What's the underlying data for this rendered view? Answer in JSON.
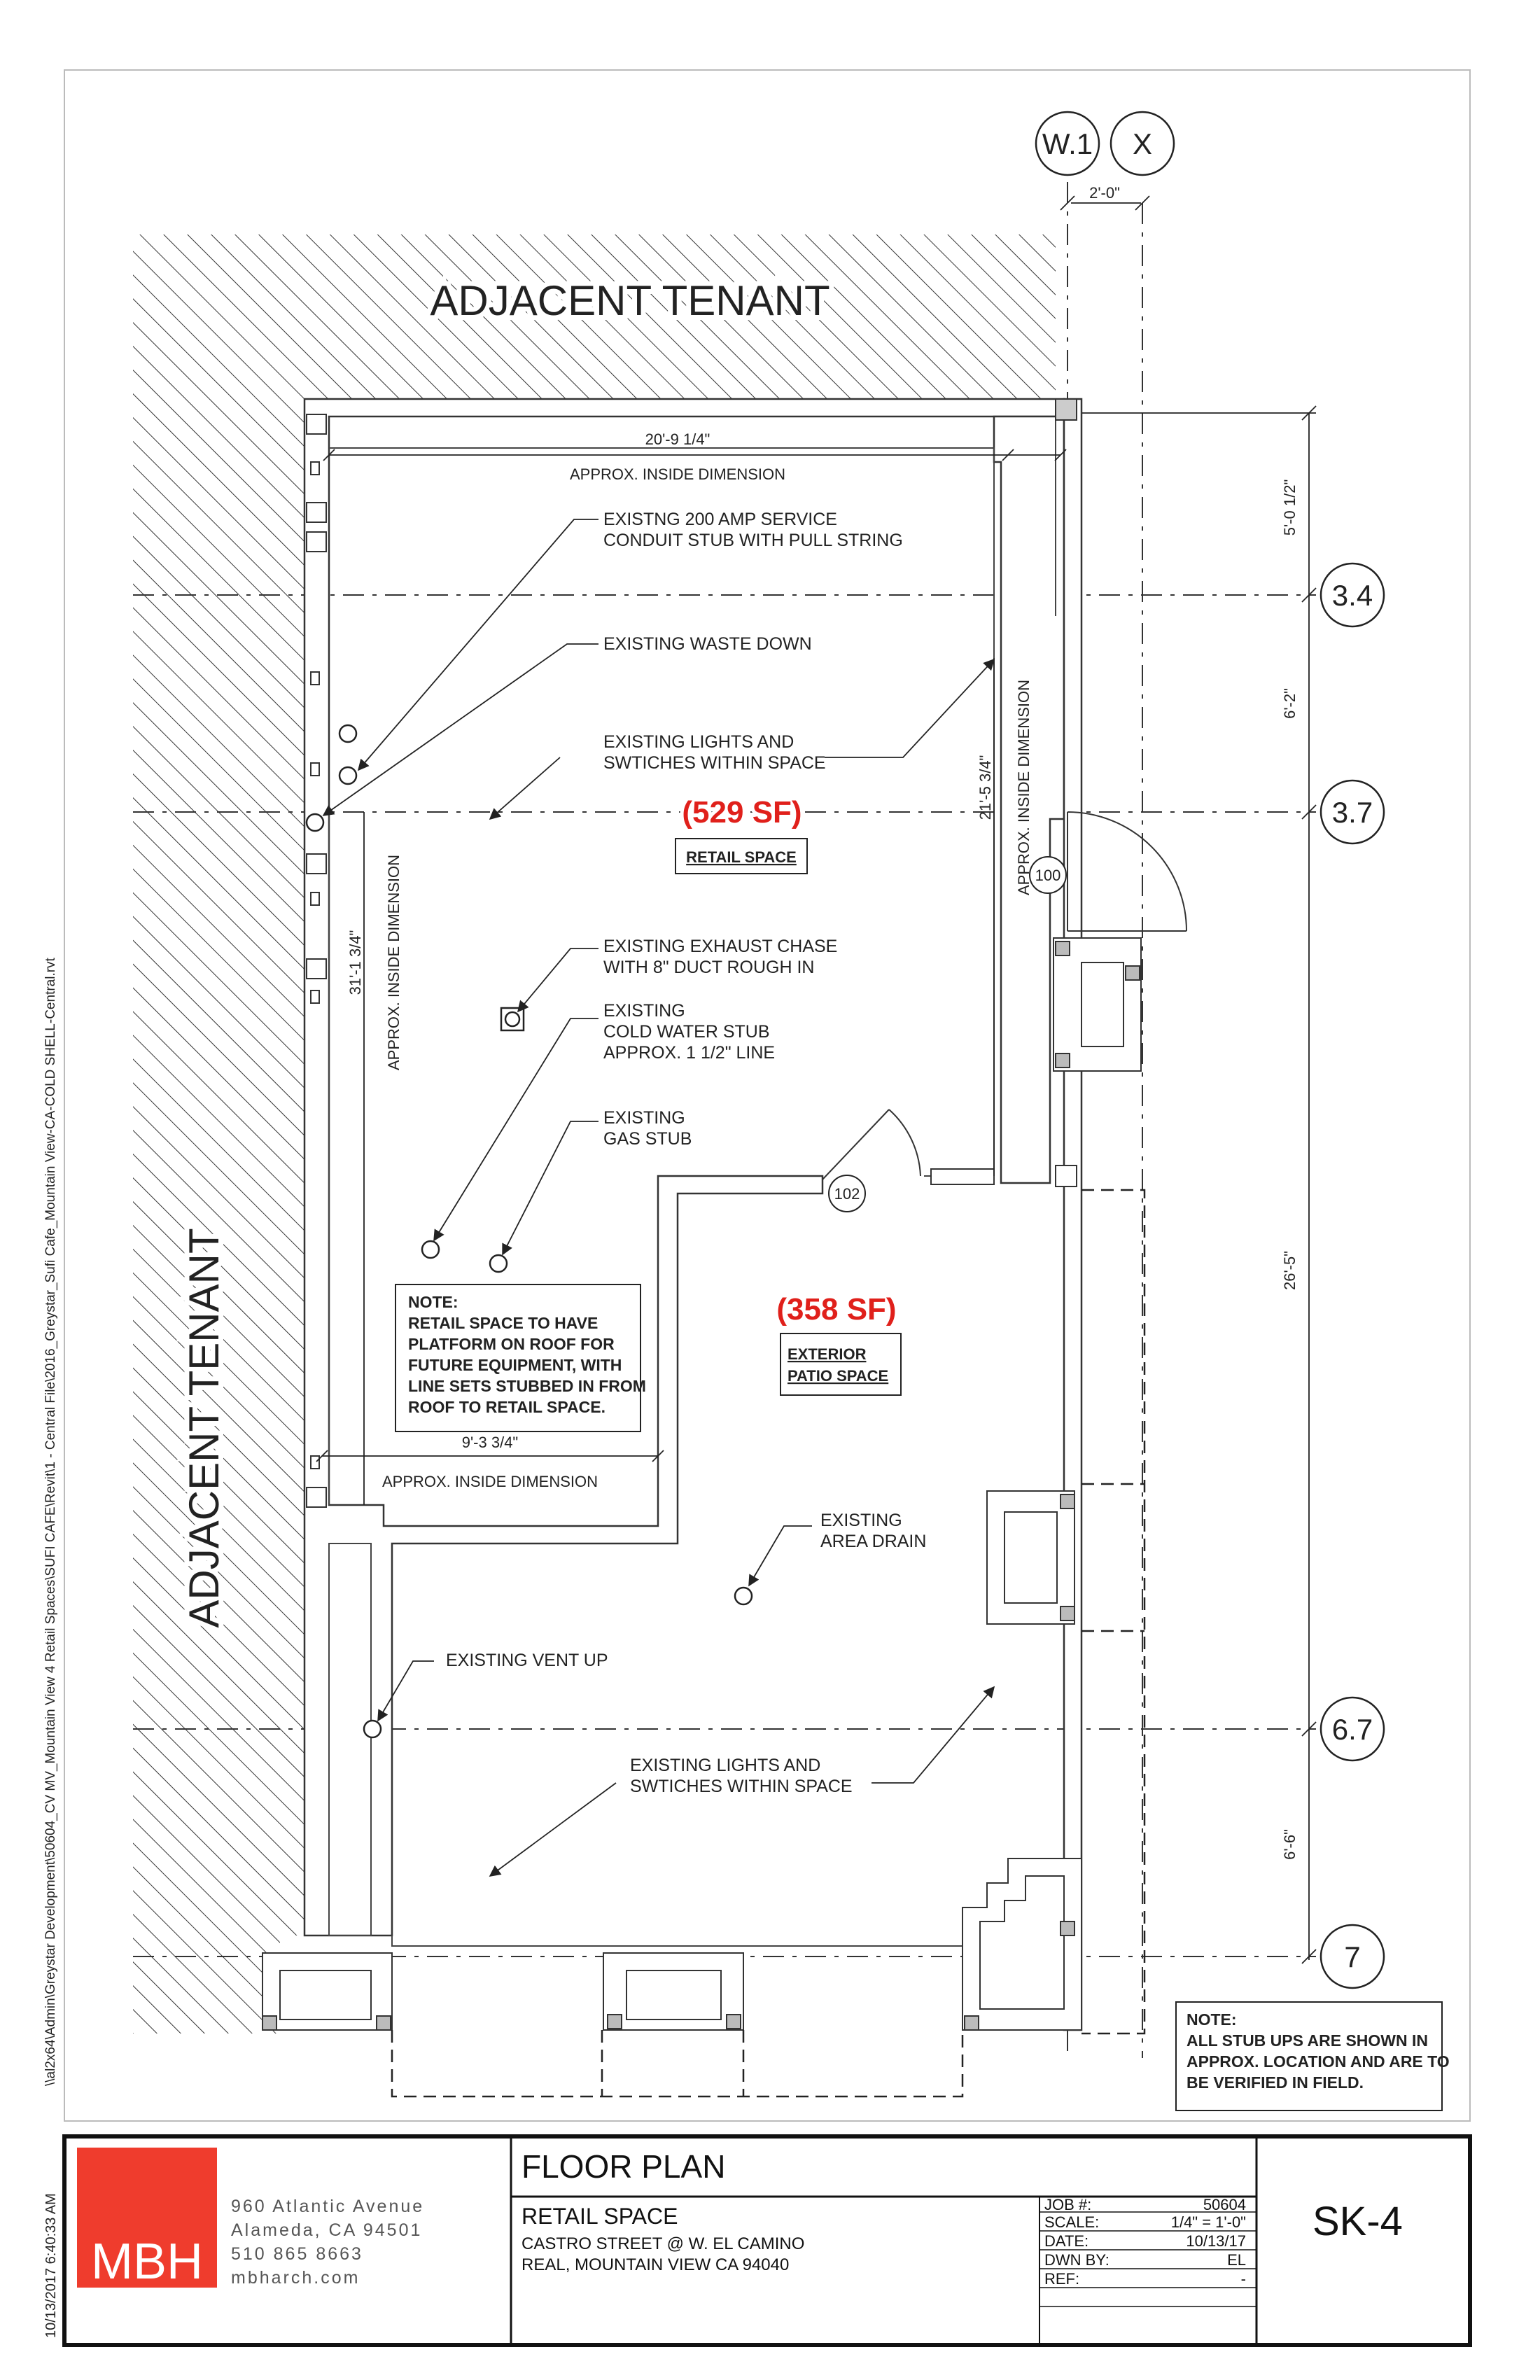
{
  "grid": {
    "w1": "W.1",
    "x": "X",
    "r34": "3.4",
    "r37": "3.7",
    "r67": "6.7",
    "r7": "7"
  },
  "dims": {
    "top_grid": "2'-0\"",
    "retail_width": "20'-9 1/4\"",
    "approx_inside": "APPROX. INSIDE DIMENSION",
    "r1": "5'-0 1/2\"",
    "r2": "6'-2\"",
    "r3": "26'-5\"",
    "r4": "6'-6\"",
    "left_depth": "31'-1 3/4\"",
    "right_depth": "21'-5 3/4\"",
    "bottom_width": "9'-3 3/4\""
  },
  "rooms": {
    "retail_area": "(529 SF)",
    "retail_name": "RETAIL SPACE",
    "patio_area": "(358 SF)",
    "patio_name_1": "EXTERIOR",
    "patio_name_2": "PATIO SPACE",
    "tag_100": "100",
    "tag_102": "102",
    "adjacent_top": "ADJACENT TENANT",
    "adjacent_left": "ADJACENT TENANT"
  },
  "callouts": {
    "service_1": "EXISTNG 200 AMP SERVICE",
    "service_2": "CONDUIT STUB WITH PULL STRING",
    "waste": "EXISTING WASTE DOWN",
    "lights_1": "EXISTING LIGHTS AND",
    "lights_2": "SWTICHES WITHIN SPACE",
    "exhaust_1": "EXISTING EXHAUST CHASE",
    "exhaust_2": "WITH 8\" DUCT ROUGH IN",
    "cold_1": "EXISTING",
    "cold_2": "COLD WATER STUB",
    "cold_3": "APPROX. 1 1/2\" LINE",
    "gas_1": "EXISTING",
    "gas_2": "GAS STUB",
    "drain_1": "EXISTING",
    "drain_2": "AREA DRAIN",
    "vent": "EXISTING VENT UP",
    "lights2_1": "EXISTING LIGHTS AND",
    "lights2_2": "SWTICHES WITHIN SPACE"
  },
  "notes": {
    "roof": [
      "NOTE:",
      "RETAIL SPACE TO HAVE",
      "PLATFORM ON ROOF FOR",
      "FUTURE EQUIPMENT, WITH",
      "LINE SETS STUBBED IN FROM",
      "ROOF TO RETAIL SPACE."
    ],
    "stub": [
      "NOTE:",
      "ALL STUB UPS ARE SHOWN IN",
      "APPROX. LOCATION AND ARE TO",
      "BE VERIFIED IN FIELD."
    ]
  },
  "side": {
    "path": "\\\\al2x64\\Admin\\Greystar Development\\50604_CV MV_Mountain View 4 Retail Spaces\\SUFI CAFE\\Revit\\1 - Central File\\2016_Greystar_Sufi Cafe_Mountain View-CA-COLD SHELL-Central.rvt",
    "date": "10/13/2017 6:40:33 AM"
  },
  "title_block": {
    "logo": "MBH",
    "address": [
      "960 Atlantic Avenue",
      "Alameda, CA 94501",
      "510 865 8663",
      "mbharch.com"
    ],
    "sheet_title": "FLOOR PLAN",
    "project": "RETAIL SPACE",
    "location_1": "CASTRO STREET @ W. EL CAMINO",
    "location_2": "REAL, MOUNTAIN VIEW CA 94040",
    "fields": [
      {
        "label": "JOB #:",
        "value": "50604"
      },
      {
        "label": "SCALE:",
        "value": "1/4\" = 1'-0\""
      },
      {
        "label": "DATE:",
        "value": "10/13/17"
      },
      {
        "label": "DWN BY:",
        "value": "EL"
      },
      {
        "label": "REF:",
        "value": "-"
      }
    ],
    "sheet_no": "SK-4"
  },
  "colors": {
    "red": "#e0201b",
    "logo_bg": "#ef3c2d",
    "line": "#333333"
  }
}
